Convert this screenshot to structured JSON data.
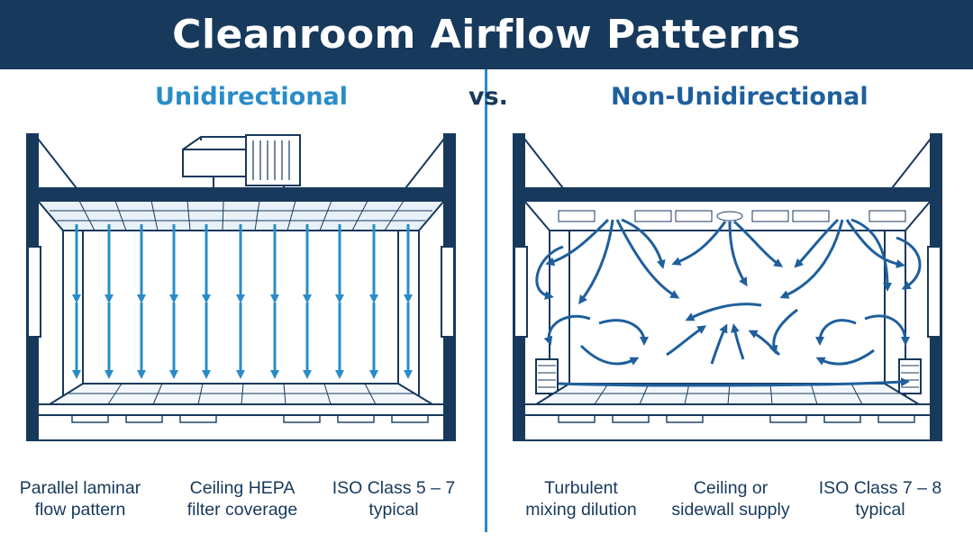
{
  "title": "Cleanroom Airflow Patterns",
  "left": {
    "heading": "Unidirectional",
    "captions": [
      {
        "line1": "Parallel laminar",
        "line2": "flow pattern"
      },
      {
        "line1": "Ceiling HEPA",
        "line2": "filter coverage"
      },
      {
        "line1": "ISO Class 5 – 7",
        "line2": "typical"
      }
    ]
  },
  "vs": "vs.",
  "right": {
    "heading": "Non-Unidirectional",
    "captions": [
      {
        "line1": "Turbulent",
        "line2": "mixing dilution"
      },
      {
        "line1": "Ceiling or",
        "line2": "sidewall supply"
      },
      {
        "line1": "ISO Class 7 – 8",
        "line2": "typical"
      }
    ]
  },
  "colors": {
    "navy": "#17395c",
    "blue": "#2a8cc8",
    "arrow_dark": "#1f5f9c"
  }
}
